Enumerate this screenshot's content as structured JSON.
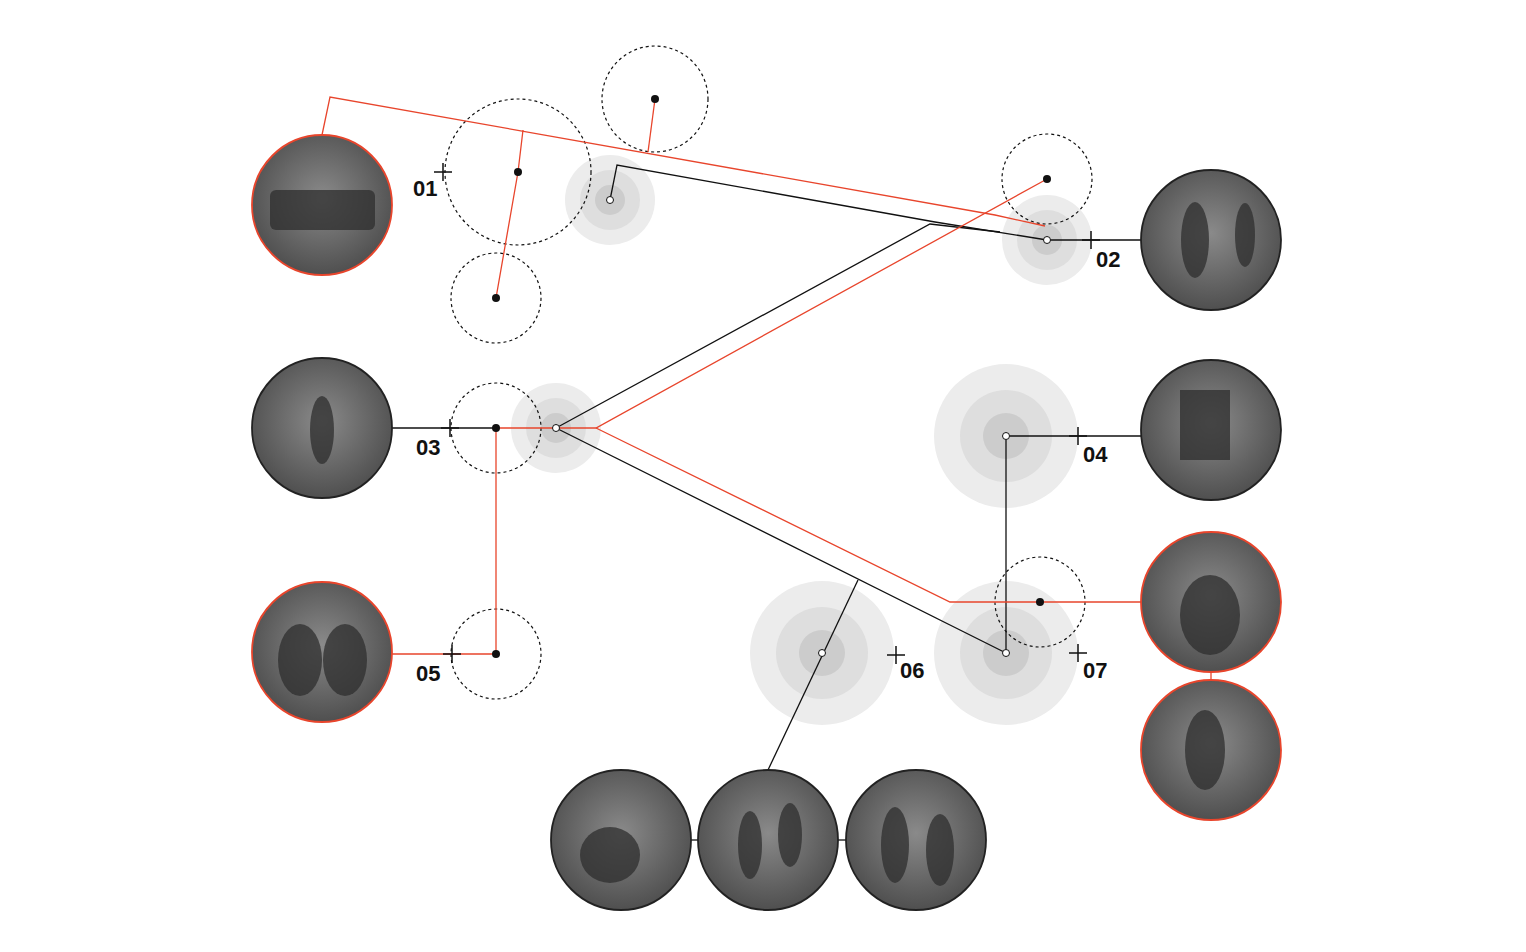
{
  "diagram": {
    "labels": [
      "01",
      "02",
      "03",
      "04",
      "05",
      "06",
      "07"
    ]
  }
}
